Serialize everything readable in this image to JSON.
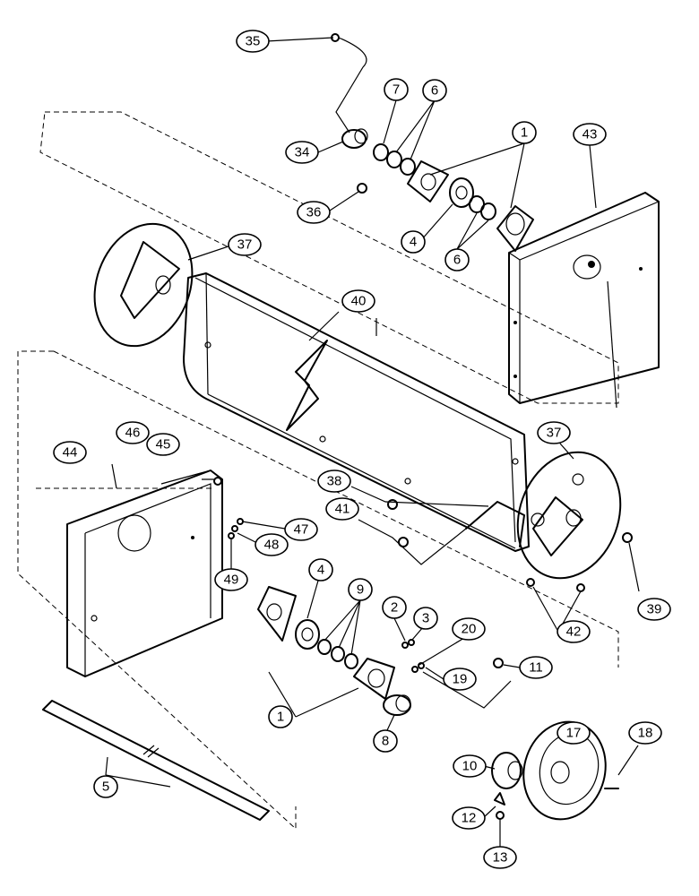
{
  "callouts": [
    {
      "id": "c35",
      "label": "35"
    },
    {
      "id": "c7",
      "label": "7"
    },
    {
      "id": "c6a",
      "label": "6"
    },
    {
      "id": "c1a",
      "label": "1"
    },
    {
      "id": "c43",
      "label": "43"
    },
    {
      "id": "c34",
      "label": "34"
    },
    {
      "id": "c36",
      "label": "36"
    },
    {
      "id": "c4a",
      "label": "4"
    },
    {
      "id": "c6b",
      "label": "6"
    },
    {
      "id": "c37a",
      "label": "37"
    },
    {
      "id": "c40",
      "label": "40"
    },
    {
      "id": "c37b",
      "label": "37"
    },
    {
      "id": "c46",
      "label": "46"
    },
    {
      "id": "c45",
      "label": "45"
    },
    {
      "id": "c44",
      "label": "44"
    },
    {
      "id": "c38",
      "label": "38"
    },
    {
      "id": "c41",
      "label": "41"
    },
    {
      "id": "c47",
      "label": "47"
    },
    {
      "id": "c48",
      "label": "48"
    },
    {
      "id": "c49",
      "label": "49"
    },
    {
      "id": "c39",
      "label": "39"
    },
    {
      "id": "c42",
      "label": "42"
    },
    {
      "id": "c4b",
      "label": "4"
    },
    {
      "id": "c9",
      "label": "9"
    },
    {
      "id": "c2",
      "label": "2"
    },
    {
      "id": "c3",
      "label": "3"
    },
    {
      "id": "c20",
      "label": "20"
    },
    {
      "id": "c19",
      "label": "19"
    },
    {
      "id": "c11",
      "label": "11"
    },
    {
      "id": "c1b",
      "label": "1"
    },
    {
      "id": "c8",
      "label": "8"
    },
    {
      "id": "c17",
      "label": "17"
    },
    {
      "id": "c18",
      "label": "18"
    },
    {
      "id": "c10",
      "label": "10"
    },
    {
      "id": "c5",
      "label": "5"
    },
    {
      "id": "c12",
      "label": "12"
    },
    {
      "id": "c13",
      "label": "13"
    }
  ]
}
